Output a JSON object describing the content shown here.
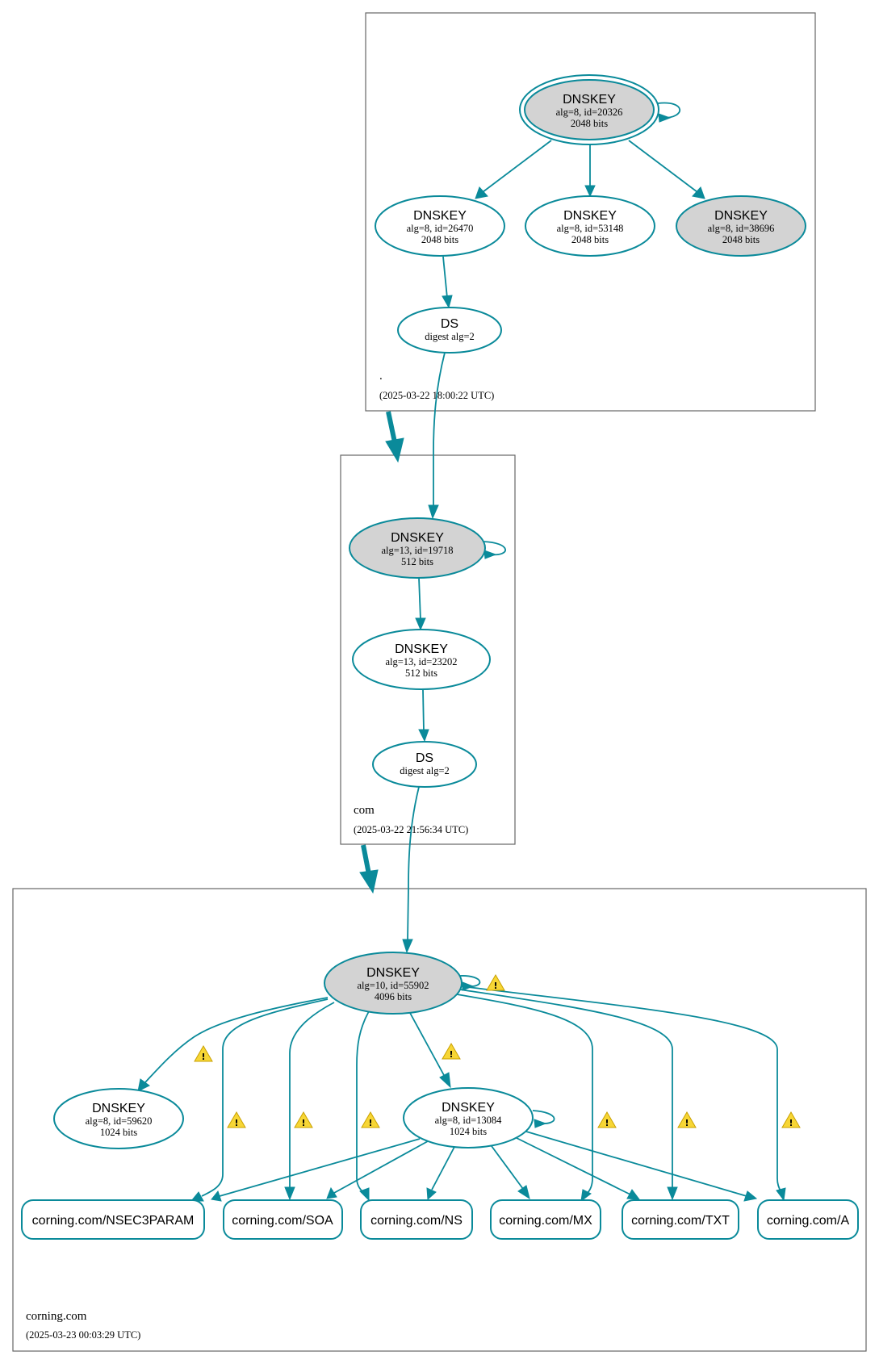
{
  "zones": [
    {
      "id": "root",
      "name": ".",
      "timestamp": "(2025-03-22 18:00:22 UTC)"
    },
    {
      "id": "com",
      "name": "com",
      "timestamp": "(2025-03-22 21:56:34 UTC)"
    },
    {
      "id": "corning",
      "name": "corning.com",
      "timestamp": "(2025-03-23 00:03:29 UTC)"
    }
  ],
  "nodes": {
    "root_ksk": {
      "type": "DNSKEY",
      "detail": "alg=8, id=20326",
      "bits": "2048 bits",
      "style": "trust-anchor"
    },
    "root_zsk1": {
      "type": "DNSKEY",
      "detail": "alg=8, id=26470",
      "bits": "2048 bits",
      "style": "plain"
    },
    "root_zsk2": {
      "type": "DNSKEY",
      "detail": "alg=8, id=53148",
      "bits": "2048 bits",
      "style": "plain"
    },
    "root_ksk2": {
      "type": "DNSKEY",
      "detail": "alg=8, id=38696",
      "bits": "2048 bits",
      "style": "sep"
    },
    "root_ds": {
      "type": "DS",
      "detail": "digest alg=2"
    },
    "com_ksk": {
      "type": "DNSKEY",
      "detail": "alg=13, id=19718",
      "bits": "512 bits",
      "style": "sep"
    },
    "com_zsk": {
      "type": "DNSKEY",
      "detail": "alg=13, id=23202",
      "bits": "512 bits",
      "style": "plain"
    },
    "com_ds": {
      "type": "DS",
      "detail": "digest alg=2"
    },
    "corning_ksk": {
      "type": "DNSKEY",
      "detail": "alg=10, id=55902",
      "bits": "4096 bits",
      "style": "sep"
    },
    "corning_key2": {
      "type": "DNSKEY",
      "detail": "alg=8, id=59620",
      "bits": "1024 bits",
      "style": "plain"
    },
    "corning_key3": {
      "type": "DNSKEY",
      "detail": "alg=8, id=13084",
      "bits": "1024 bits",
      "style": "plain"
    }
  },
  "records": [
    {
      "id": "nsec3param",
      "label": "corning.com/NSEC3PARAM"
    },
    {
      "id": "soa",
      "label": "corning.com/SOA"
    },
    {
      "id": "ns",
      "label": "corning.com/NS"
    },
    {
      "id": "mx",
      "label": "corning.com/MX"
    },
    {
      "id": "txt",
      "label": "corning.com/TXT"
    },
    {
      "id": "a",
      "label": "corning.com/A"
    }
  ],
  "warning_glyph": "!",
  "colors": {
    "edge": "#0a8a9a",
    "sep_fill": "#d3d3d3",
    "zone_border": "#666666",
    "warning": "#f7d635"
  }
}
